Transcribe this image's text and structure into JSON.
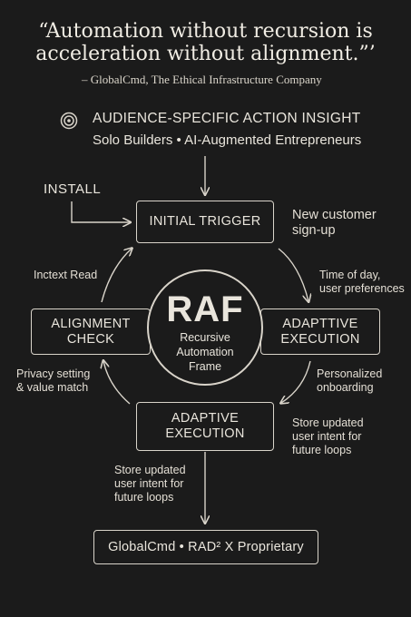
{
  "quote": {
    "line1": "“Automation without recursion is",
    "line2": "acceleration without alignment.”’",
    "attribution": "– GlobalCmd, The Ethical Infrastructure Company"
  },
  "audience": {
    "title": "AUDIENCE-SPECIFIC ACTION INSIGHT",
    "subtitle": "Solo Builders • AI-Augmented Entrepreneurs",
    "icon": "target-icon"
  },
  "install_label": "INSTALL",
  "nodes": {
    "initial_trigger": "INITIAL TRIGGER",
    "alignment_check": [
      "ALIGNMENT",
      "CHECK"
    ],
    "adaptive_execution_right": [
      "ADAPTTIVE",
      "EXECUTION"
    ],
    "adaptive_execution_bottom": [
      "ADAPTIVE",
      "EXECUTION"
    ],
    "footer": "GlobalCmd • RAD² X Proprietary"
  },
  "center": {
    "title": "RAF",
    "subtitle": [
      "Recursive",
      "Automation",
      "Frame"
    ]
  },
  "notes": {
    "new_customer": [
      "New customer",
      "sign-up"
    ],
    "incontext": "Inctext Read",
    "time_of_day": [
      "Time of day,",
      "user preferences"
    ],
    "privacy": [
      "Privacy setting",
      "& value match"
    ],
    "personalized": [
      "Personalized",
      "onboarding"
    ],
    "store_right": [
      "Store updated",
      "user intent for",
      "future loops"
    ],
    "store_left": [
      "Store updated",
      "user intent for",
      "future loops"
    ]
  },
  "colors": {
    "background": "#1b1b1b",
    "foreground": "#e9e5dc",
    "stroke": "#d9d4ca"
  }
}
